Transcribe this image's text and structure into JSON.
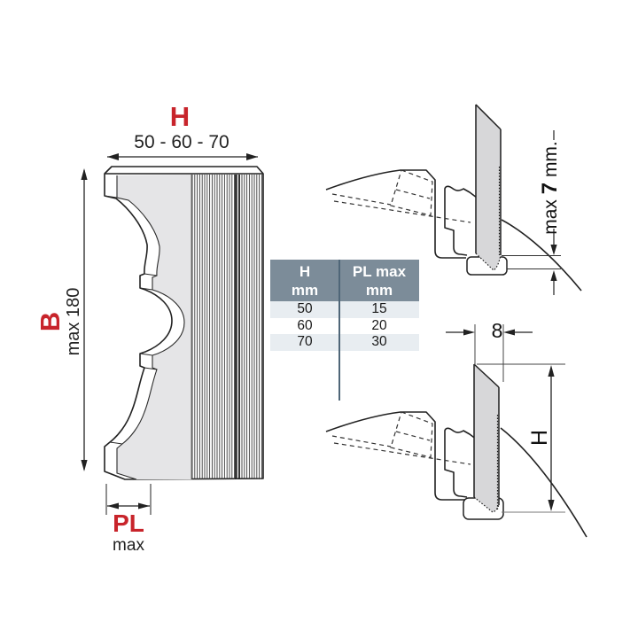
{
  "figure_left": {
    "label_h": "H",
    "dim_h_values": "50 - 60 - 70",
    "label_b": "B",
    "label_b_max": "max 180",
    "label_pl": "PL",
    "label_pl_max": "max"
  },
  "table": {
    "header": {
      "col1_line1": "H",
      "col1_line2": "mm",
      "col2_line1": "PL max",
      "col2_line2": "mm"
    },
    "rows": [
      [
        "50",
        "15"
      ],
      [
        "60",
        "20"
      ],
      [
        "70",
        "30"
      ]
    ]
  },
  "figure_top_right": {
    "annotation_prefix": "max ",
    "annotation_value": "7",
    "annotation_suffix": " mm."
  },
  "figure_bottom_right": {
    "dim_width": "8",
    "dim_height": "H"
  },
  "colors": {
    "accent_red": "#c8242b",
    "table_header": "#7c8c99",
    "table_row_alt": "#e8edf1",
    "table_divider": "#4f6678",
    "blade_gray": "#d7d7d9",
    "face_gray": "#e5e5e7",
    "line": "#222222"
  }
}
